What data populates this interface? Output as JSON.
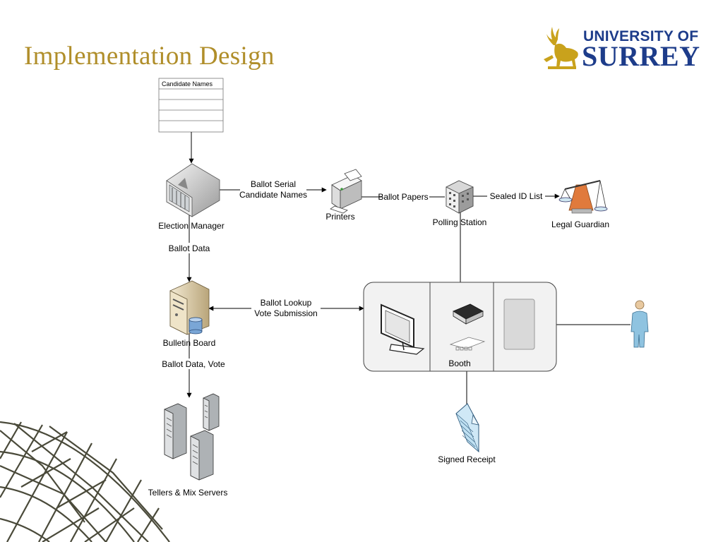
{
  "slide": {
    "title": "Implementation Design",
    "logo": {
      "line1": "UNIVERSITY OF",
      "line2": "SURREY"
    }
  },
  "diagram": {
    "table_header": "Candidate Names",
    "nodes": {
      "election_manager": "Election Manager",
      "printers": "Printers",
      "polling_station": "Polling Station",
      "legal_guardian": "Legal Guardian",
      "bulletin_board": "Bulletin Board",
      "booth": "Booth",
      "tellers": "Tellers & Mix Servers",
      "receipt": "Signed Receipt"
    },
    "edges": {
      "em_printer_1": "Ballot Serial",
      "em_printer_2": "Candidate Names",
      "printer_polling": "Ballot Papers",
      "polling_guardian": "Sealed ID List",
      "em_bb": "Ballot Data",
      "bb_booth_1": "Ballot Lookup",
      "bb_booth_2": "Vote Submission",
      "bb_tellers": "Ballot Data, Vote"
    },
    "icons": [
      "table-icon",
      "server-icon",
      "printer-icon",
      "building-icon",
      "scales-icon",
      "database-server-icon",
      "monitor-icon",
      "scanner-icon",
      "tablet-icon",
      "person-icon",
      "document-icon",
      "server-rack-icon",
      "geodesic-dome-icon",
      "stag-logo-icon"
    ],
    "colors": {
      "title": "#b08e2a",
      "logo": "#1d3c8a",
      "booth_fill": "#f2f2f2"
    }
  }
}
